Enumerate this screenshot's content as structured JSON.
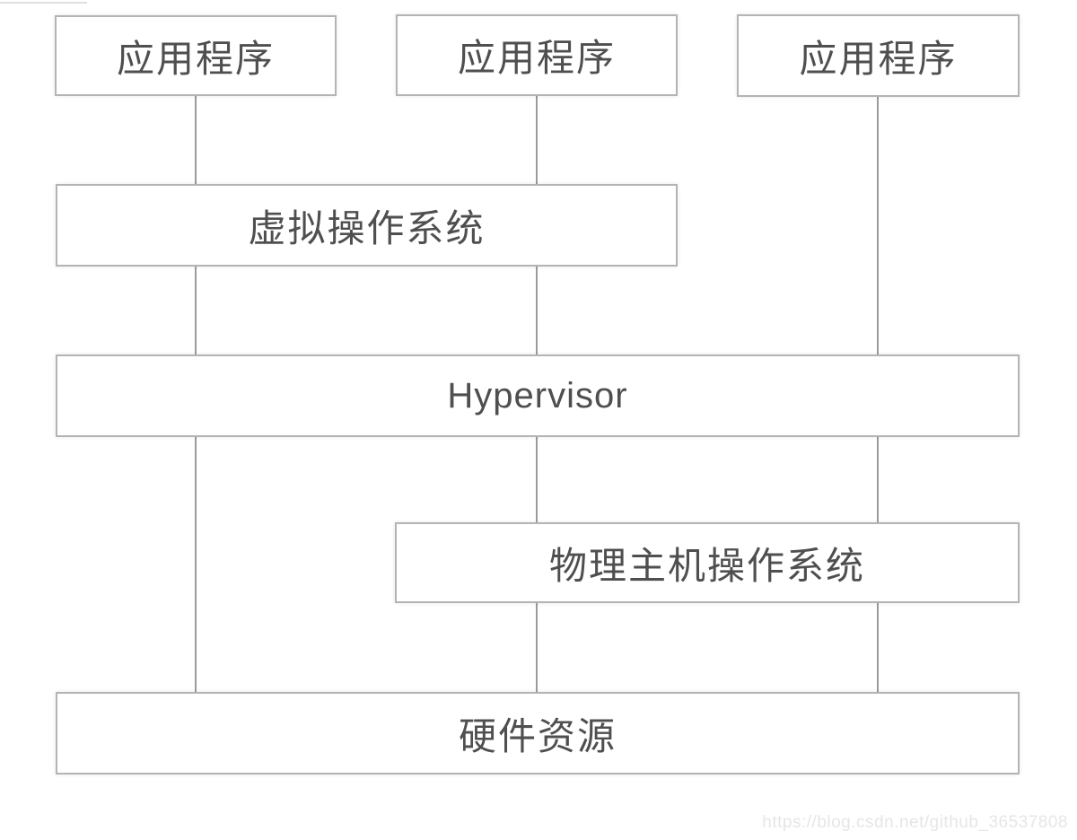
{
  "diagram": {
    "type": "architecture-block-diagram",
    "topic": "Hypervisor virtualization stack",
    "boxes": {
      "app1": {
        "label": "应用程序"
      },
      "app2": {
        "label": "应用程序"
      },
      "app3": {
        "label": "应用程序"
      },
      "guest_os": {
        "label": "虚拟操作系统"
      },
      "hypervisor": {
        "label": "Hypervisor"
      },
      "host_os": {
        "label": "物理主机操作系统"
      },
      "hardware": {
        "label": "硬件资源"
      }
    },
    "connections": [
      "app1 - guest_os",
      "app2 - guest_os",
      "app3 - hypervisor",
      "guest_os - hypervisor (x2)",
      "hypervisor - host_os (x2)",
      "hypervisor - hardware",
      "host_os - hardware (x2)"
    ],
    "colors": {
      "background": "#ffffff",
      "box_border": "#b4b4b4",
      "connector_line": "#9b9b9b",
      "text": "#4f4f4f",
      "watermark_text": "#e6e6e6"
    }
  },
  "watermark": {
    "text": "https://blog.csdn.net/github_36537808"
  }
}
